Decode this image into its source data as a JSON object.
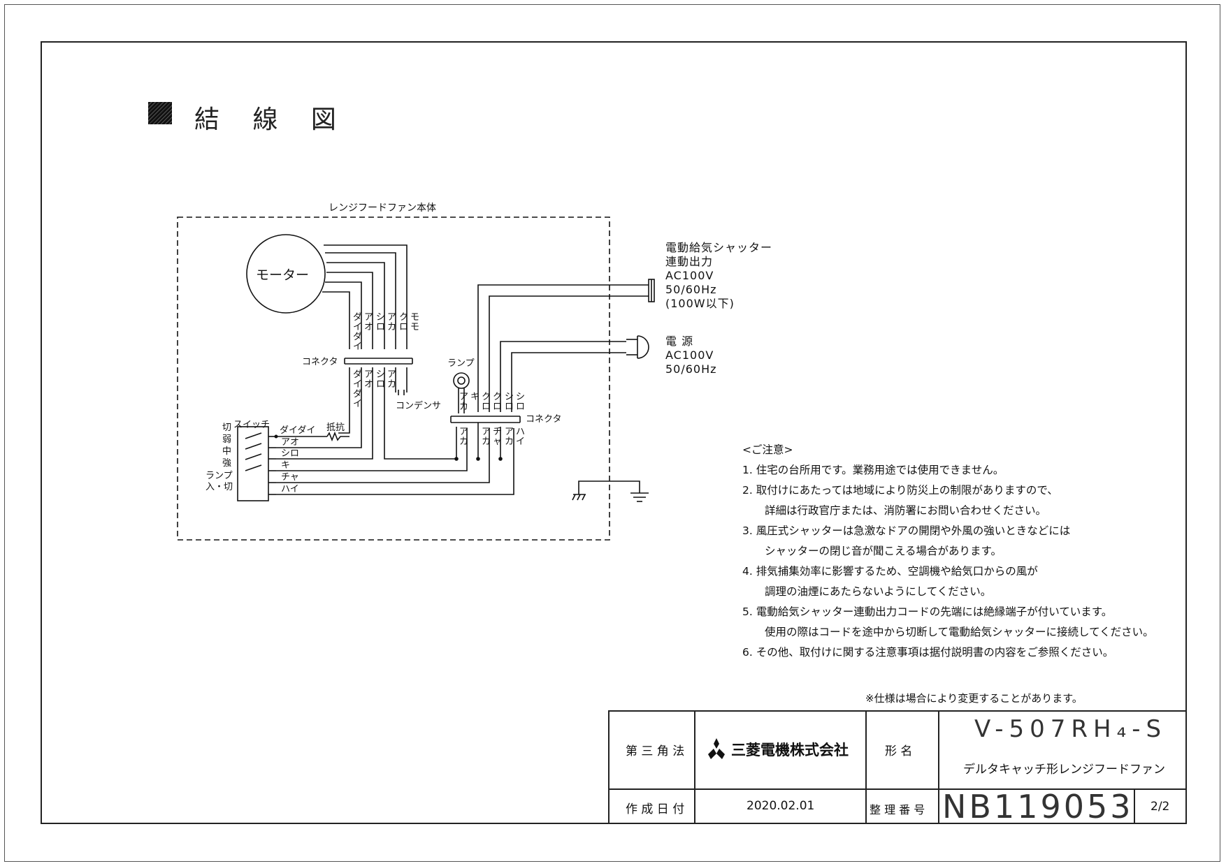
{
  "header": {
    "title": "結 線 図"
  },
  "diagram": {
    "enclosure_label": "レンジフードファン本体",
    "motor_label": "モーター",
    "motor_wire_labels": [
      "ダイダイ",
      "アオ",
      "シロ",
      "アカ",
      "クロ",
      "モモ"
    ],
    "connector1_label": "コネクタ",
    "connector1_bottom_labels": [
      "ダイダイ",
      "アオ",
      "シロ",
      "アカ"
    ],
    "capacitor_label": "コンデンサ",
    "lamp_label": "ランプ",
    "connector2_label": "コネクタ",
    "connector2_top_labels": [
      "アカ",
      "キ",
      "クロ",
      "クロ",
      "シロ",
      "シロ"
    ],
    "connector2_bottom_labels": [
      "アカ",
      "アカ",
      "チャ",
      "アカ",
      "ハイ"
    ],
    "switch_label": "スイッチ",
    "switch_positions": [
      "切",
      "弱",
      "中",
      "強",
      "ランプ",
      "入・切"
    ],
    "resistor_label": "抵抗",
    "switch_wire_labels": [
      "ダイダイ",
      "アオ",
      "シロ",
      "キ",
      "チャ",
      "ハイ"
    ],
    "shutter_output": [
      "電動給気シャッター",
      "連動出力",
      "AC100V",
      "50/60Hz",
      "(100W以下)"
    ],
    "power_source": [
      "電 源",
      "AC100V",
      "50/60Hz"
    ]
  },
  "notes": {
    "heading": "<ご注意>",
    "lines": [
      "1. 住宅の台所用です。業務用途では使用できません。",
      "2. 取付けにあたっては地域により防災上の制限がありますので、",
      "詳細は行政官庁または、消防署にお問い合わせください。",
      "3. 風圧式シャッターは急激なドアの開閉や外風の強いときなどには",
      "シャッターの閉じ音が聞こえる場合があります。",
      "4. 排気捕集効率に影響するため、空調機や給気口からの風が",
      "調理の油煙にあたらないようにしてください。",
      "5. 電動給気シャッター連動出力コードの先端には絶縁端子が付いています。",
      "使用の際はコードを途中から切断して電動給気シャッターに接続してください。",
      "6. その他、取付けに関する注意事項は据付説明書の内容をご参照ください。"
    ],
    "spec_note": "※仕様は場合により変更することがあります。"
  },
  "title_block": {
    "projection_label": "第 三 角 法",
    "company": "三菱電機株式会社",
    "model_label": "形  名",
    "model_number": "V-507RH₄-S",
    "product_name": "デルタキャッチ形レンジフードファン",
    "date_label": "作 成 日 付",
    "date": "2020.02.01",
    "ref_label": "整 理 番 号",
    "ref_number": "NB119053",
    "page": "2/2"
  }
}
